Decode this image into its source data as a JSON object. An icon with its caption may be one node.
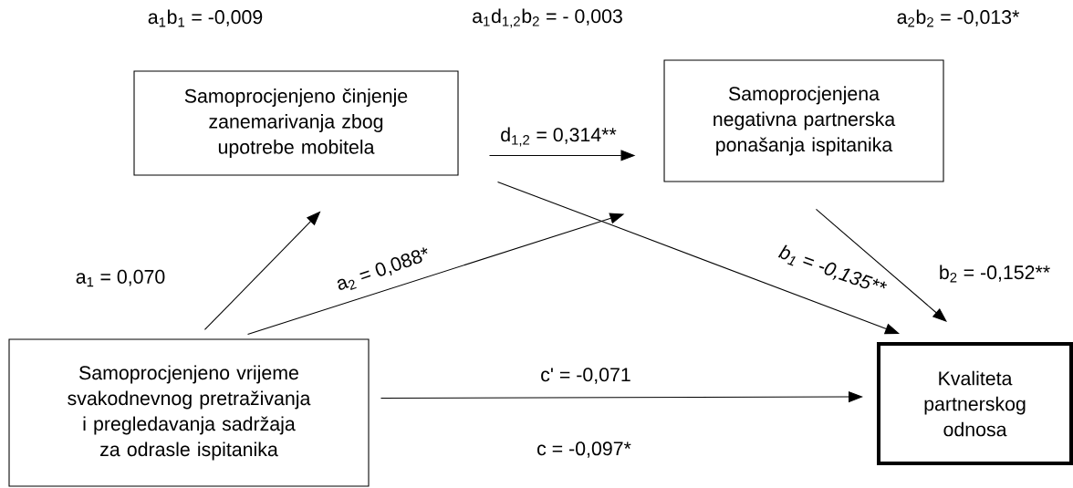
{
  "diagram": {
    "nodes": [
      {
        "text": [
          "Samoprocjenjeno činjenje zanemarivanja zbog upotrebe mobitela"
        ]
      },
      {
        "text": [
          "Samoprocjenjena negativna partnerska ponašanja ispitanika"
        ]
      },
      {
        "text": [
          "Samoprocjenjeno vrijeme svakodnevnog pretraživanja i pregledavanja sadržaja za odrasle ispitanika"
        ]
      },
      {
        "text": [
          "Kvaliteta partnerskog odnosa"
        ]
      }
    ],
    "edges": [
      {
        "from": 2,
        "to": 0,
        "arrow": "to",
        "label": "a$_{1}$ = 0,070"
      },
      {
        "from": 2,
        "to": 1,
        "arrow": "to",
        "label": "a$_{2}$ = 0,088*"
      },
      {
        "from": 0,
        "to": 1,
        "arrow": "to",
        "label": "d$_{1,2}$ = 0,314**"
      },
      {
        "from": 0,
        "to": 3,
        "arrow": "to",
        "label": "b$_{1}$ = -0,135**"
      },
      {
        "from": 1,
        "to": 3,
        "arrow": "to",
        "label": "b$_{2}$ = -0,152**"
      },
      {
        "from": 2,
        "to": 3,
        "arrow": "to",
        "label": "c' = -0,071"
      }
    ],
    "labels": [
      "a$_{1}$b$_{1}$ = -0,009",
      "a$_{1}$d$_{1,2}$b$_{2}$ = - 0,003",
      "a$_{2}$b$_{2}$ = -0,013*",
      "c = -0,097*"
    ]
  }
}
